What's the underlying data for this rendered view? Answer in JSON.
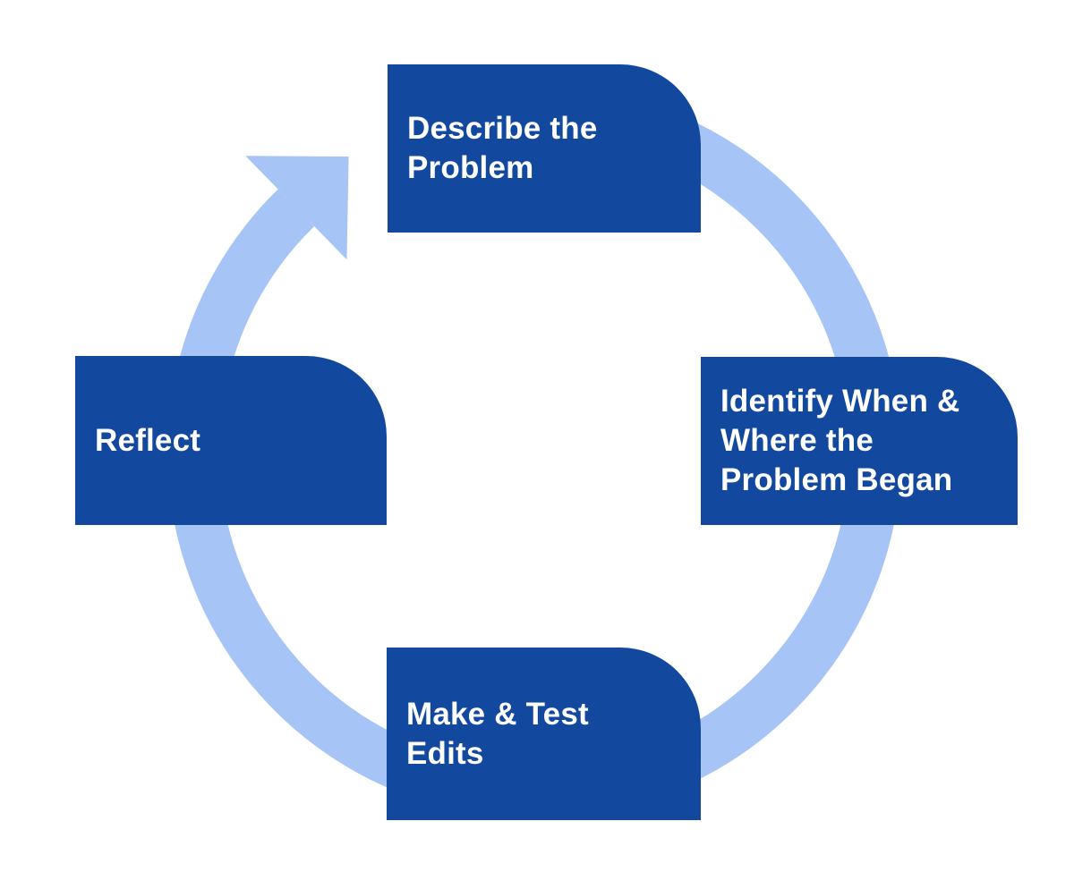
{
  "diagram": {
    "type": "cycle-diagram",
    "flow_direction": "clockwise",
    "colors": {
      "background": "#FFFFFF",
      "ring": "#A7C4F6",
      "box": "#12489E",
      "text": "#FFFFFF"
    },
    "arrow": {
      "description": "open circular arc with triangular arrowhead at upper-left pointing toward the top box",
      "ring_stroke_width": "58"
    },
    "steps": [
      {
        "position": "top",
        "label": "Describe the\nProblem"
      },
      {
        "position": "right",
        "label": "Identify When &\nWhere the\nProblem Began"
      },
      {
        "position": "bottom",
        "label": "Make & Test\nEdits"
      },
      {
        "position": "left",
        "label": "Reflect"
      }
    ]
  }
}
